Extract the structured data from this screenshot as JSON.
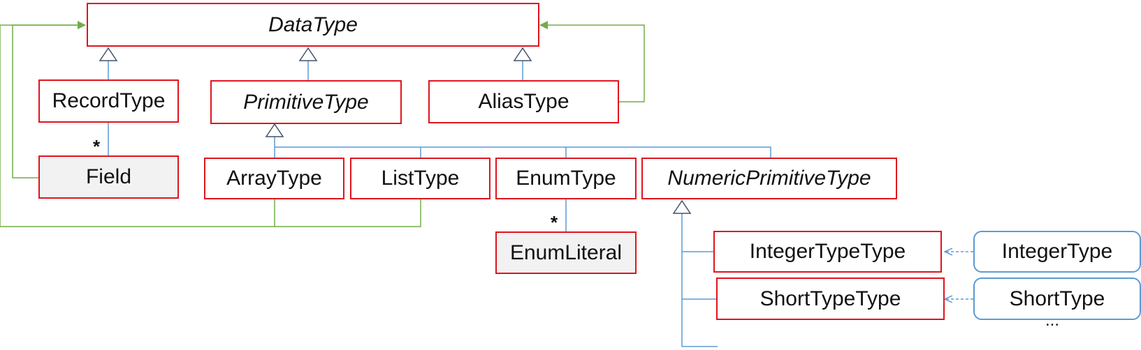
{
  "colors": {
    "class_border": "#e0141e",
    "instance_border": "#5b9bd5",
    "inheritance_line": "#5b9bd5",
    "reference_line": "#70ad47",
    "entity_fill": "#f2f2f2"
  },
  "classes": {
    "data_type": "DataType",
    "record_type": "RecordType",
    "primitive_type": "PrimitiveType",
    "alias_type": "AliasType",
    "field": "Field",
    "array_type": "ArrayType",
    "list_type": "ListType",
    "enum_type": "EnumType",
    "numeric_primitive_type": "NumericPrimitiveType",
    "enum_literal": "EnumLiteral",
    "integer_type_type": "IntegerTypeType",
    "short_type_type": "ShortTypeType"
  },
  "instances": {
    "integer_type": "IntegerType",
    "short_type": "ShortType",
    "more": "..."
  },
  "multiplicity": {
    "record_field": "*",
    "enum_literal": "*"
  }
}
